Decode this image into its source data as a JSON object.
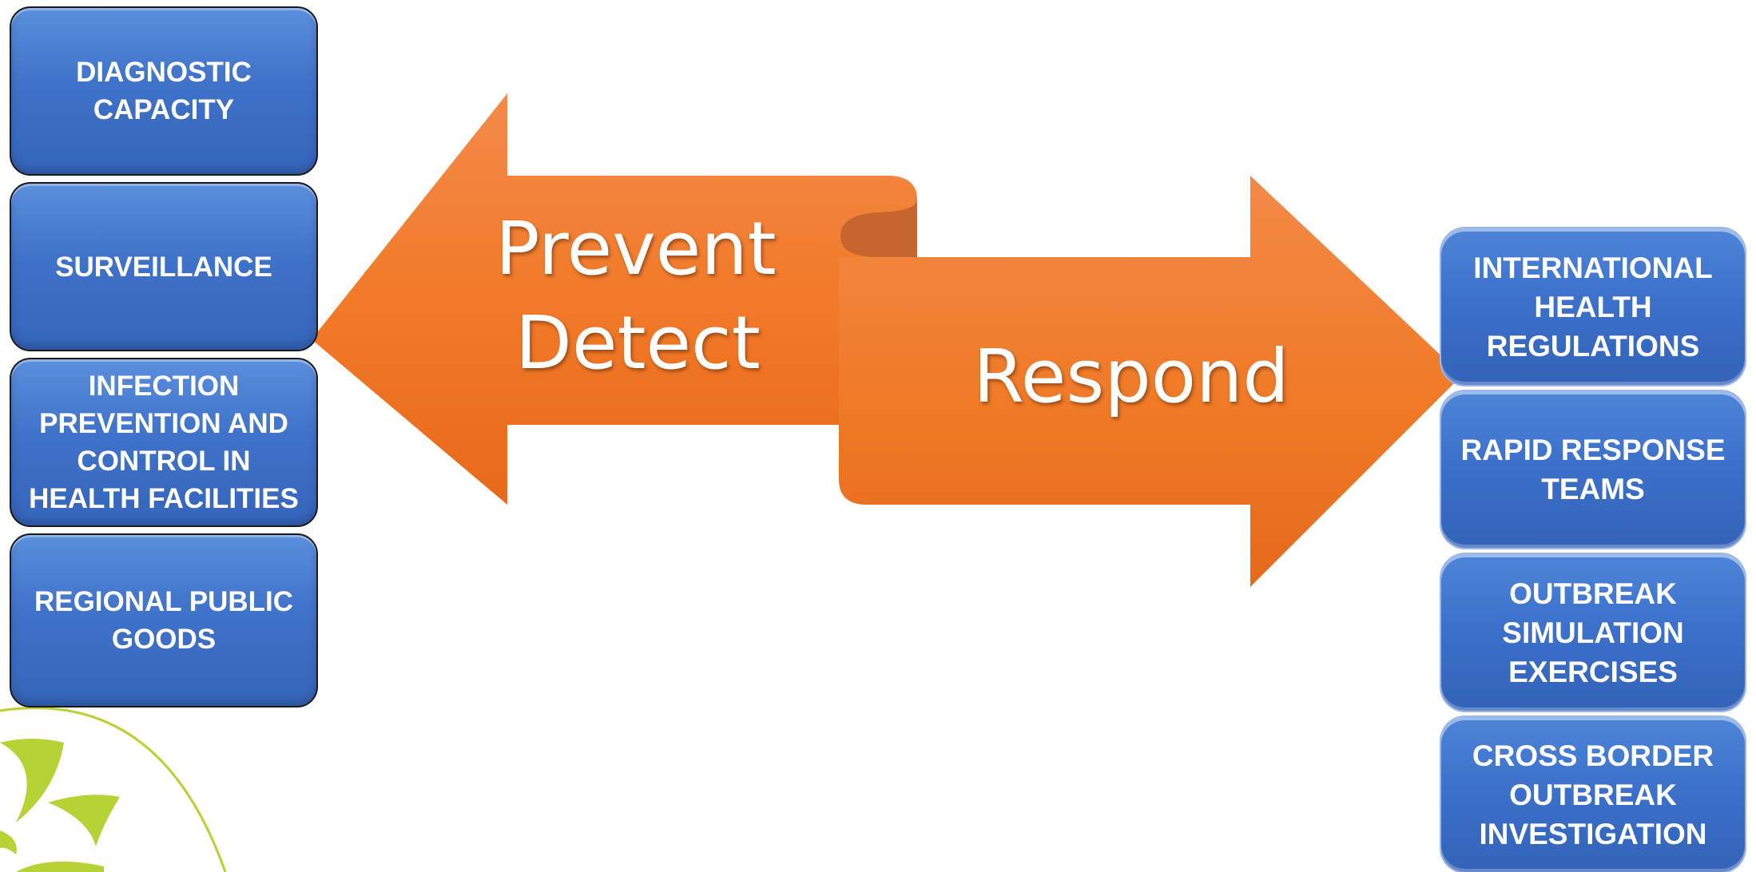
{
  "diagram": {
    "left_arrow": {
      "line1": "Prevent",
      "line2": "Detect",
      "fill": "#f07b2c"
    },
    "right_arrow": {
      "label": "Respond",
      "fill": "#ef7826"
    },
    "left_boxes": [
      {
        "label": "DIAGNOSTIC\nCAPACITY"
      },
      {
        "label": "SURVEILLANCE"
      },
      {
        "label": "INFECTION\nPREVENTION AND\nCONTROL IN\nHEALTH FACILITIES"
      },
      {
        "label": "REGIONAL PUBLIC\nGOODS"
      }
    ],
    "right_boxes": [
      {
        "label": "INTERNATIONAL\nHEALTH\nREGULATIONS"
      },
      {
        "label": "RAPID RESPONSE\nTEAMS"
      },
      {
        "label": "OUTBREAK\nSIMULATION\nEXERCISES"
      },
      {
        "label": "CROSS BORDER\nOUTBREAK\nINVESTIGATION"
      }
    ],
    "colors": {
      "box_blue": "#3f72c9",
      "arrow_orange": "#f07b2c",
      "logo_green": "#b5d334"
    },
    "logo": "green-leaf-logo"
  }
}
